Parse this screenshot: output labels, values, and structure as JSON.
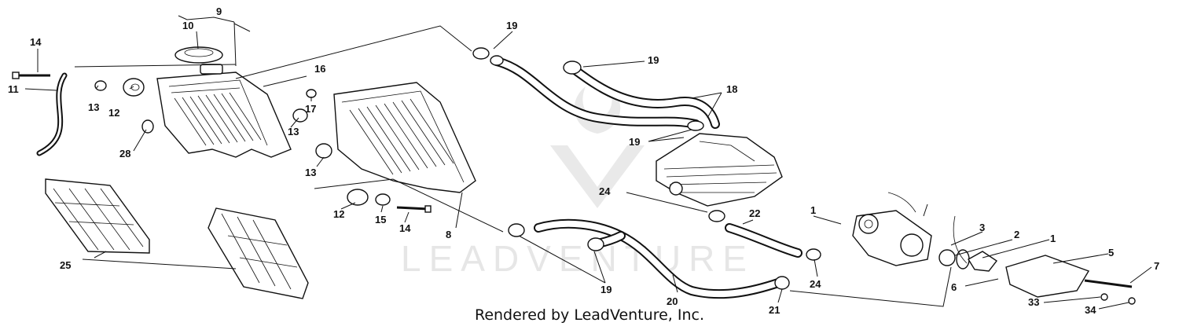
{
  "watermark": "LEADVENTURE",
  "credit": "Rendered by LeadVenture, Inc.",
  "callouts": {
    "c1a": "1",
    "c1b": "1",
    "c2": "2",
    "c3": "3",
    "c5": "5",
    "c6": "6",
    "c7": "7",
    "c8": "8",
    "c9": "9",
    "c10": "10",
    "c11": "11",
    "c12a": "12",
    "c12b": "12",
    "c13a": "13",
    "c13b": "13",
    "c13c": "13",
    "c14a": "14",
    "c14b": "14",
    "c15": "15",
    "c16": "16",
    "c17": "17",
    "c18": "18",
    "c19a": "19",
    "c19b": "19",
    "c19c": "19",
    "c19d": "19",
    "c20": "20",
    "c21": "21",
    "c22": "22",
    "c24a": "24",
    "c24b": "24",
    "c25": "25",
    "c28": "28",
    "c33": "33",
    "c34": "34"
  }
}
